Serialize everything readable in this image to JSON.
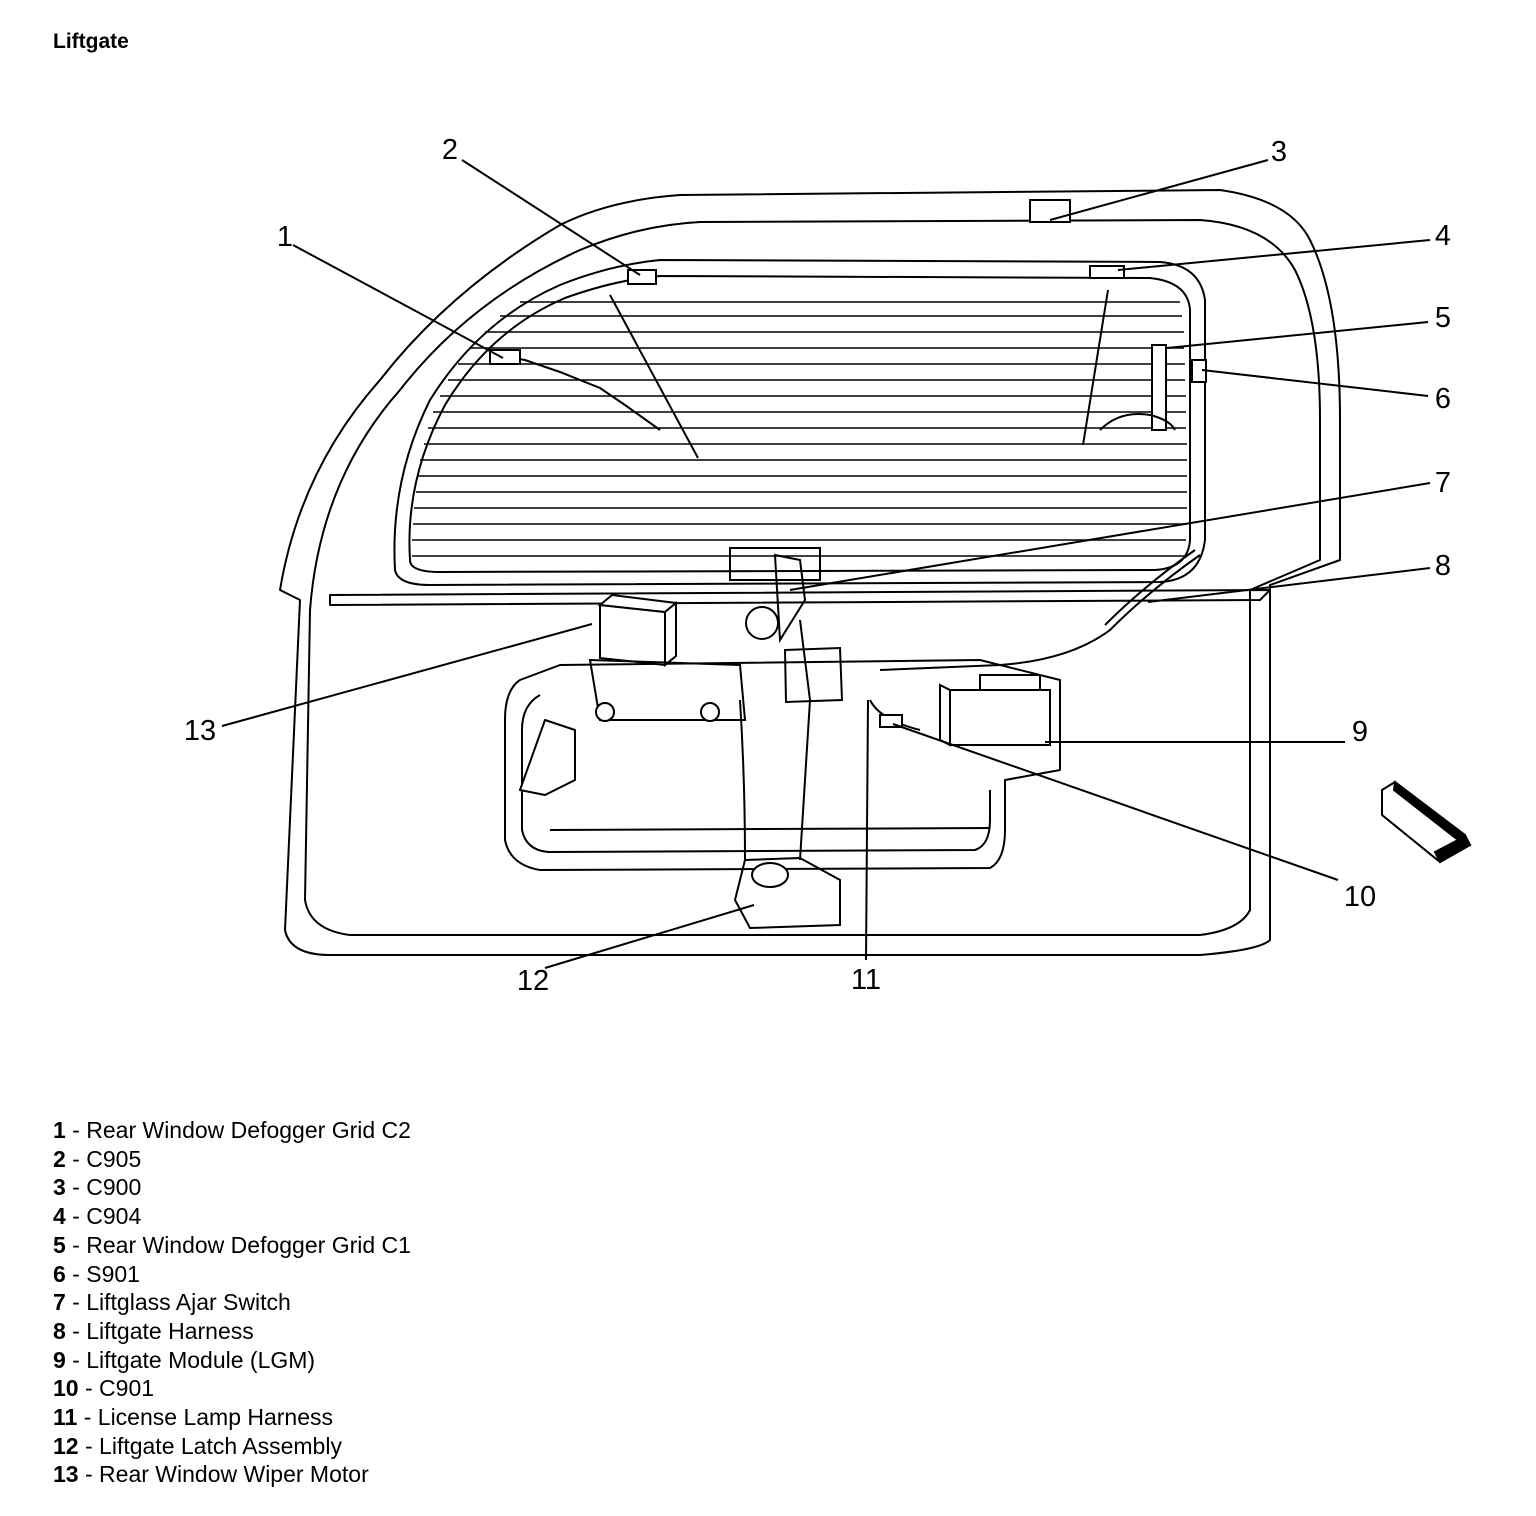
{
  "title": "Liftgate",
  "callouts": [
    "1",
    "2",
    "3",
    "4",
    "5",
    "6",
    "7",
    "8",
    "9",
    "10",
    "11",
    "12",
    "13"
  ],
  "legend": [
    {
      "num": "1",
      "label": "Rear Window Defogger Grid C2"
    },
    {
      "num": "2",
      "label": "C905"
    },
    {
      "num": "3",
      "label": "C900"
    },
    {
      "num": "4",
      "label": "C904"
    },
    {
      "num": "5",
      "label": "Rear Window Defogger Grid C1"
    },
    {
      "num": "6",
      "label": "S901"
    },
    {
      "num": "7",
      "label": "Liftglass Ajar Switch"
    },
    {
      "num": "8",
      "label": "Liftgate Harness"
    },
    {
      "num": "9",
      "label": "Liftgate Module (LGM)"
    },
    {
      "num": "10",
      "label": "C901"
    },
    {
      "num": "11",
      "label": "License Lamp Harness"
    },
    {
      "num": "12",
      "label": "Liftgate Latch Assembly"
    },
    {
      "num": "13",
      "label": "Rear Window Wiper Motor"
    }
  ],
  "separator": " - ",
  "icons": {
    "orientation": "direction-arrow-icon"
  }
}
